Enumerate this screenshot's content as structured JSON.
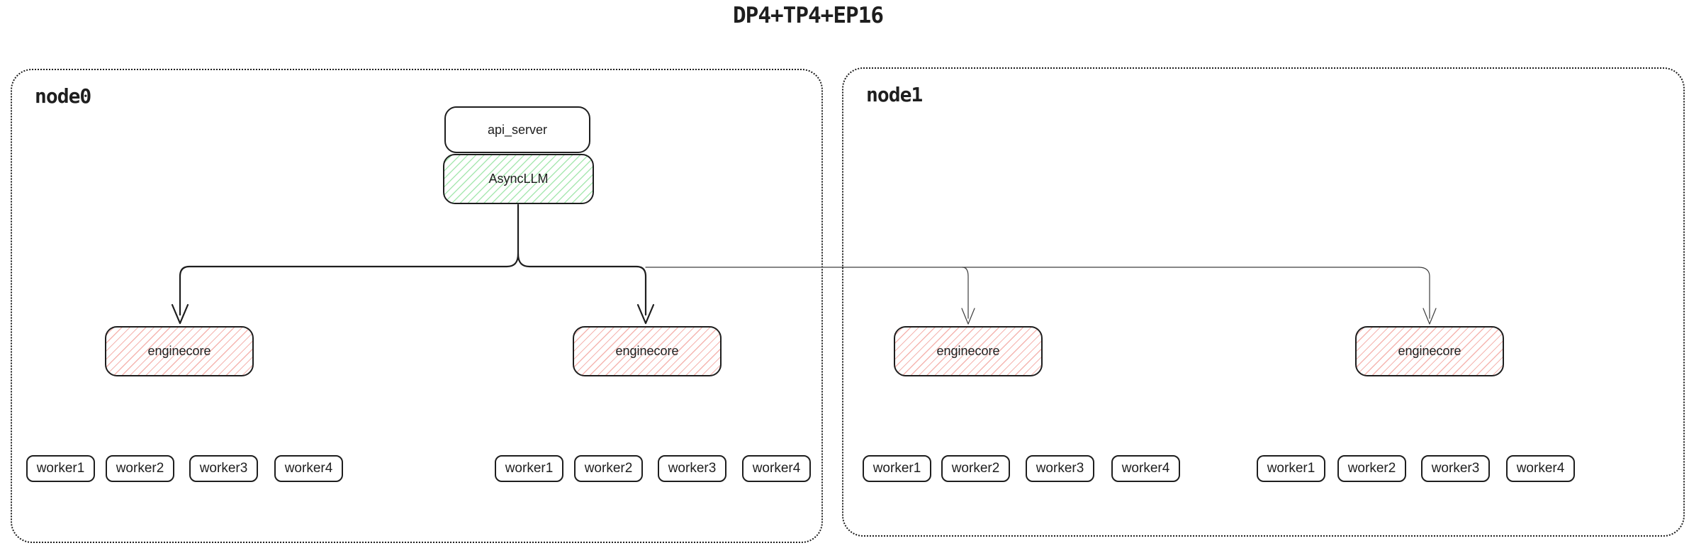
{
  "title": "DP4+TP4+EP16",
  "colors": {
    "stroke": "#1e1e1e",
    "thin_stroke": "#3d3d3d",
    "green_hatch": "#a9e8b2",
    "red_hatch": "#f5b5b0"
  },
  "node0": {
    "label": "node0"
  },
  "node1": {
    "label": "node1"
  },
  "api_server": {
    "label": "api_server"
  },
  "async_llm": {
    "label": "AsyncLLM"
  },
  "enginecores": [
    {
      "label": "enginecore"
    },
    {
      "label": "enginecore"
    },
    {
      "label": "enginecore"
    },
    {
      "label": "enginecore"
    }
  ],
  "worker_groups": [
    [
      "worker1",
      "worker2",
      "worker3",
      "worker4"
    ],
    [
      "worker1",
      "worker2",
      "worker3",
      "worker4"
    ],
    [
      "worker1",
      "worker2",
      "worker3",
      "worker4"
    ],
    [
      "worker1",
      "worker2",
      "worker3",
      "worker4"
    ]
  ]
}
